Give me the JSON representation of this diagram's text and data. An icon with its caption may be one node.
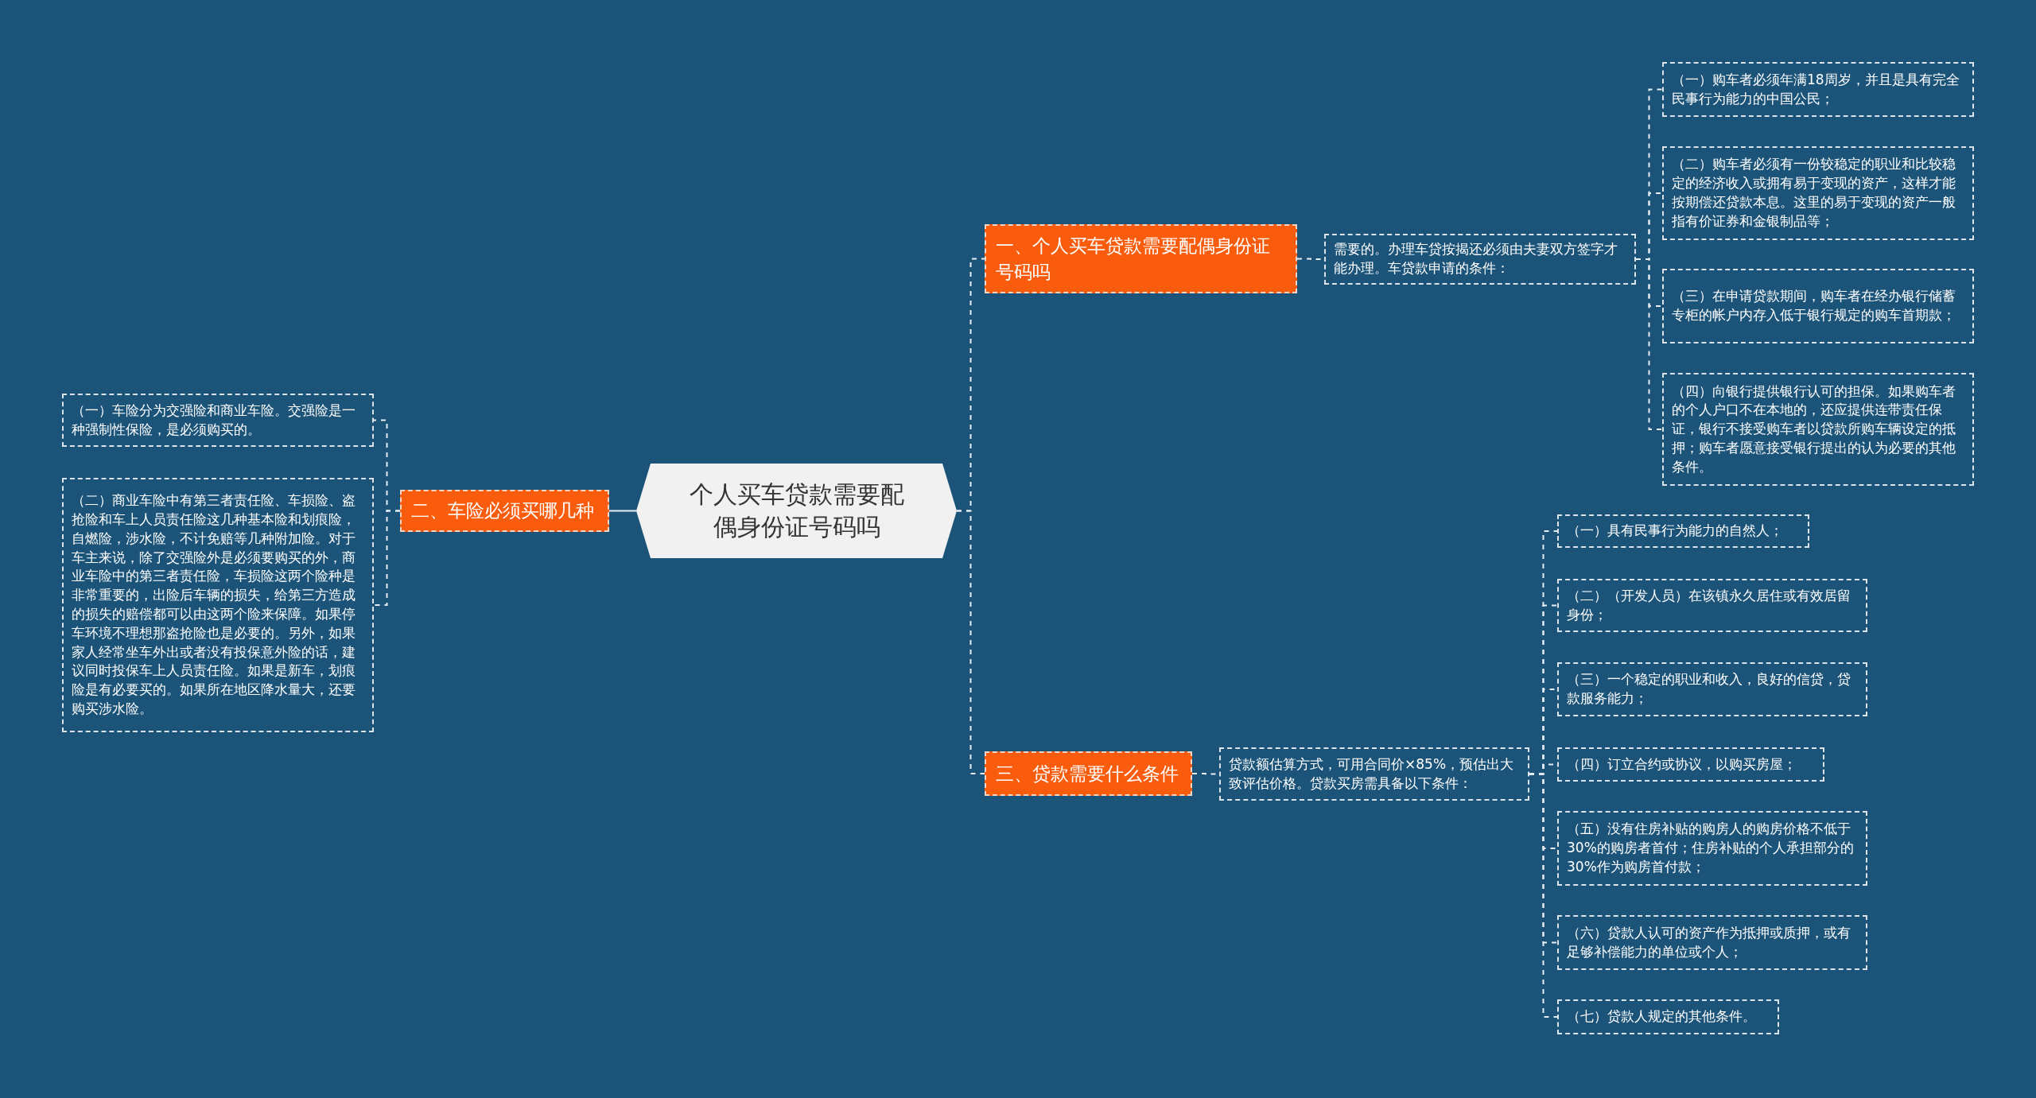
{
  "diagram": {
    "nodes": [
      {
        "text": [
          "个人买车贷款需要配偶身份证号码吗"
        ]
      },
      {
        "text": [
          "一、个人买车贷款需要配偶身份证号码吗"
        ]
      },
      {
        "text": [
          "需要的。办理车贷按揭还必须由夫妻双方签字才能办理。车贷款申请的条件："
        ]
      },
      {
        "text": [
          "（一）购车者必须年满18周岁，并且是具有完全民事行为能力的中国公民；"
        ]
      },
      {
        "text": [
          "（二）购车者必须有一份较稳定的职业和比较稳定的经济收入或拥有易于变现的资产，这样才能按期偿还贷款本息。这里的易于变现的资产一般指有价证券和金银制品等；"
        ]
      },
      {
        "text": [
          "（三）在申请贷款期间，购车者在经办银行储蓄专柜的帐户内存入低于银行规定的购车首期款；"
        ]
      },
      {
        "text": [
          "（四）向银行提供银行认可的担保。如果购车者的个人户口不在本地的，还应提供连带责任保证，银行不接受购车者以贷款所购车辆设定的抵押；购车者愿意接受银行提出的认为必要的其他条件。"
        ]
      },
      {
        "text": [
          "二、车险必须买哪几种"
        ]
      },
      {
        "text": [
          "（一）车险分为交强险和商业车险。交强险是一种强制性保险，是必须购买的。"
        ]
      },
      {
        "text": [
          "（二）商业车险中有第三者责任险、车损险、盗抢险和车上人员责任险这几种基本险和划痕险，自燃险，涉水险，不计免赔等几种附加险。对于车主来说，除了交强险外是必须要购买的外，商业车险中的第三者责任险，车损险这两个险种是非常重要的，出险后车辆的损失，给第三方造成的损失的赔偿都可以由这两个险来保障。如果停车环境不理想那盗抢险也是必要的。另外，如果家人经常坐车外出或者没有投保意外险的话，建议同时投保车上人员责任险。如果是新车，划痕险是有必要买的。如果所在地区降水量大，还要购买涉水险。"
        ]
      },
      {
        "text": [
          "三、贷款需要什么条件"
        ]
      },
      {
        "text": [
          "贷款额估算方式，可用合同价×85%，预估出大致评估价格。贷款买房需具备以下条件："
        ]
      },
      {
        "text": [
          "（一）具有民事行为能力的自然人；"
        ]
      },
      {
        "text": [
          "（二）（开发人员）在该镇永久居住或有效居留身份；"
        ]
      },
      {
        "text": [
          "（三）一个稳定的职业和收入，良好的信贷，贷款服务能力；"
        ]
      },
      {
        "text": [
          "（四）订立合约或协议，以购买房屋；"
        ]
      },
      {
        "text": [
          "（五）没有住房补贴的购房人的购房价格不低于30%的购房者首付；住房补贴的个人承担部分的30%作为购房首付款；"
        ]
      },
      {
        "text": [
          "（六）贷款人认可的资产作为抵押或质押，或有足够补偿能力的单位或个人；"
        ]
      },
      {
        "text": [
          "（七）贷款人规定的其他条件。"
        ]
      }
    ],
    "edges": [
      {
        "from": 0,
        "to": 1,
        "arrow": "none",
        "style": "dashed"
      },
      {
        "from": 1,
        "to": 2,
        "arrow": "none",
        "style": "dashed"
      },
      {
        "from": 2,
        "to": 3,
        "arrow": "none",
        "style": "dashed"
      },
      {
        "from": 2,
        "to": 4,
        "arrow": "none",
        "style": "dashed"
      },
      {
        "from": 2,
        "to": 5,
        "arrow": "none",
        "style": "dashed"
      },
      {
        "from": 2,
        "to": 6,
        "arrow": "none",
        "style": "dashed"
      },
      {
        "from": 0,
        "to": 7,
        "arrow": "none"
      },
      {
        "from": 7,
        "to": 8,
        "arrow": "none",
        "style": "dashed"
      },
      {
        "from": 7,
        "to": 9,
        "arrow": "none",
        "style": "dashed"
      },
      {
        "from": 0,
        "to": 10,
        "arrow": "none",
        "style": "dashed"
      },
      {
        "from": 10,
        "to": 11,
        "arrow": "none",
        "style": "dashed"
      },
      {
        "from": 11,
        "to": 12,
        "arrow": "none",
        "style": "dashed"
      },
      {
        "from": 11,
        "to": 13,
        "arrow": "none",
        "style": "dashed"
      },
      {
        "from": 11,
        "to": 14,
        "arrow": "none",
        "style": "dashed"
      },
      {
        "from": 11,
        "to": 15,
        "arrow": "none",
        "style": "dashed"
      },
      {
        "from": 11,
        "to": 16,
        "arrow": "none",
        "style": "dashed"
      },
      {
        "from": 11,
        "to": 17,
        "arrow": "none",
        "style": "dashed"
      },
      {
        "from": 11,
        "to": 18,
        "arrow": "none",
        "style": "dashed"
      }
    ]
  }
}
